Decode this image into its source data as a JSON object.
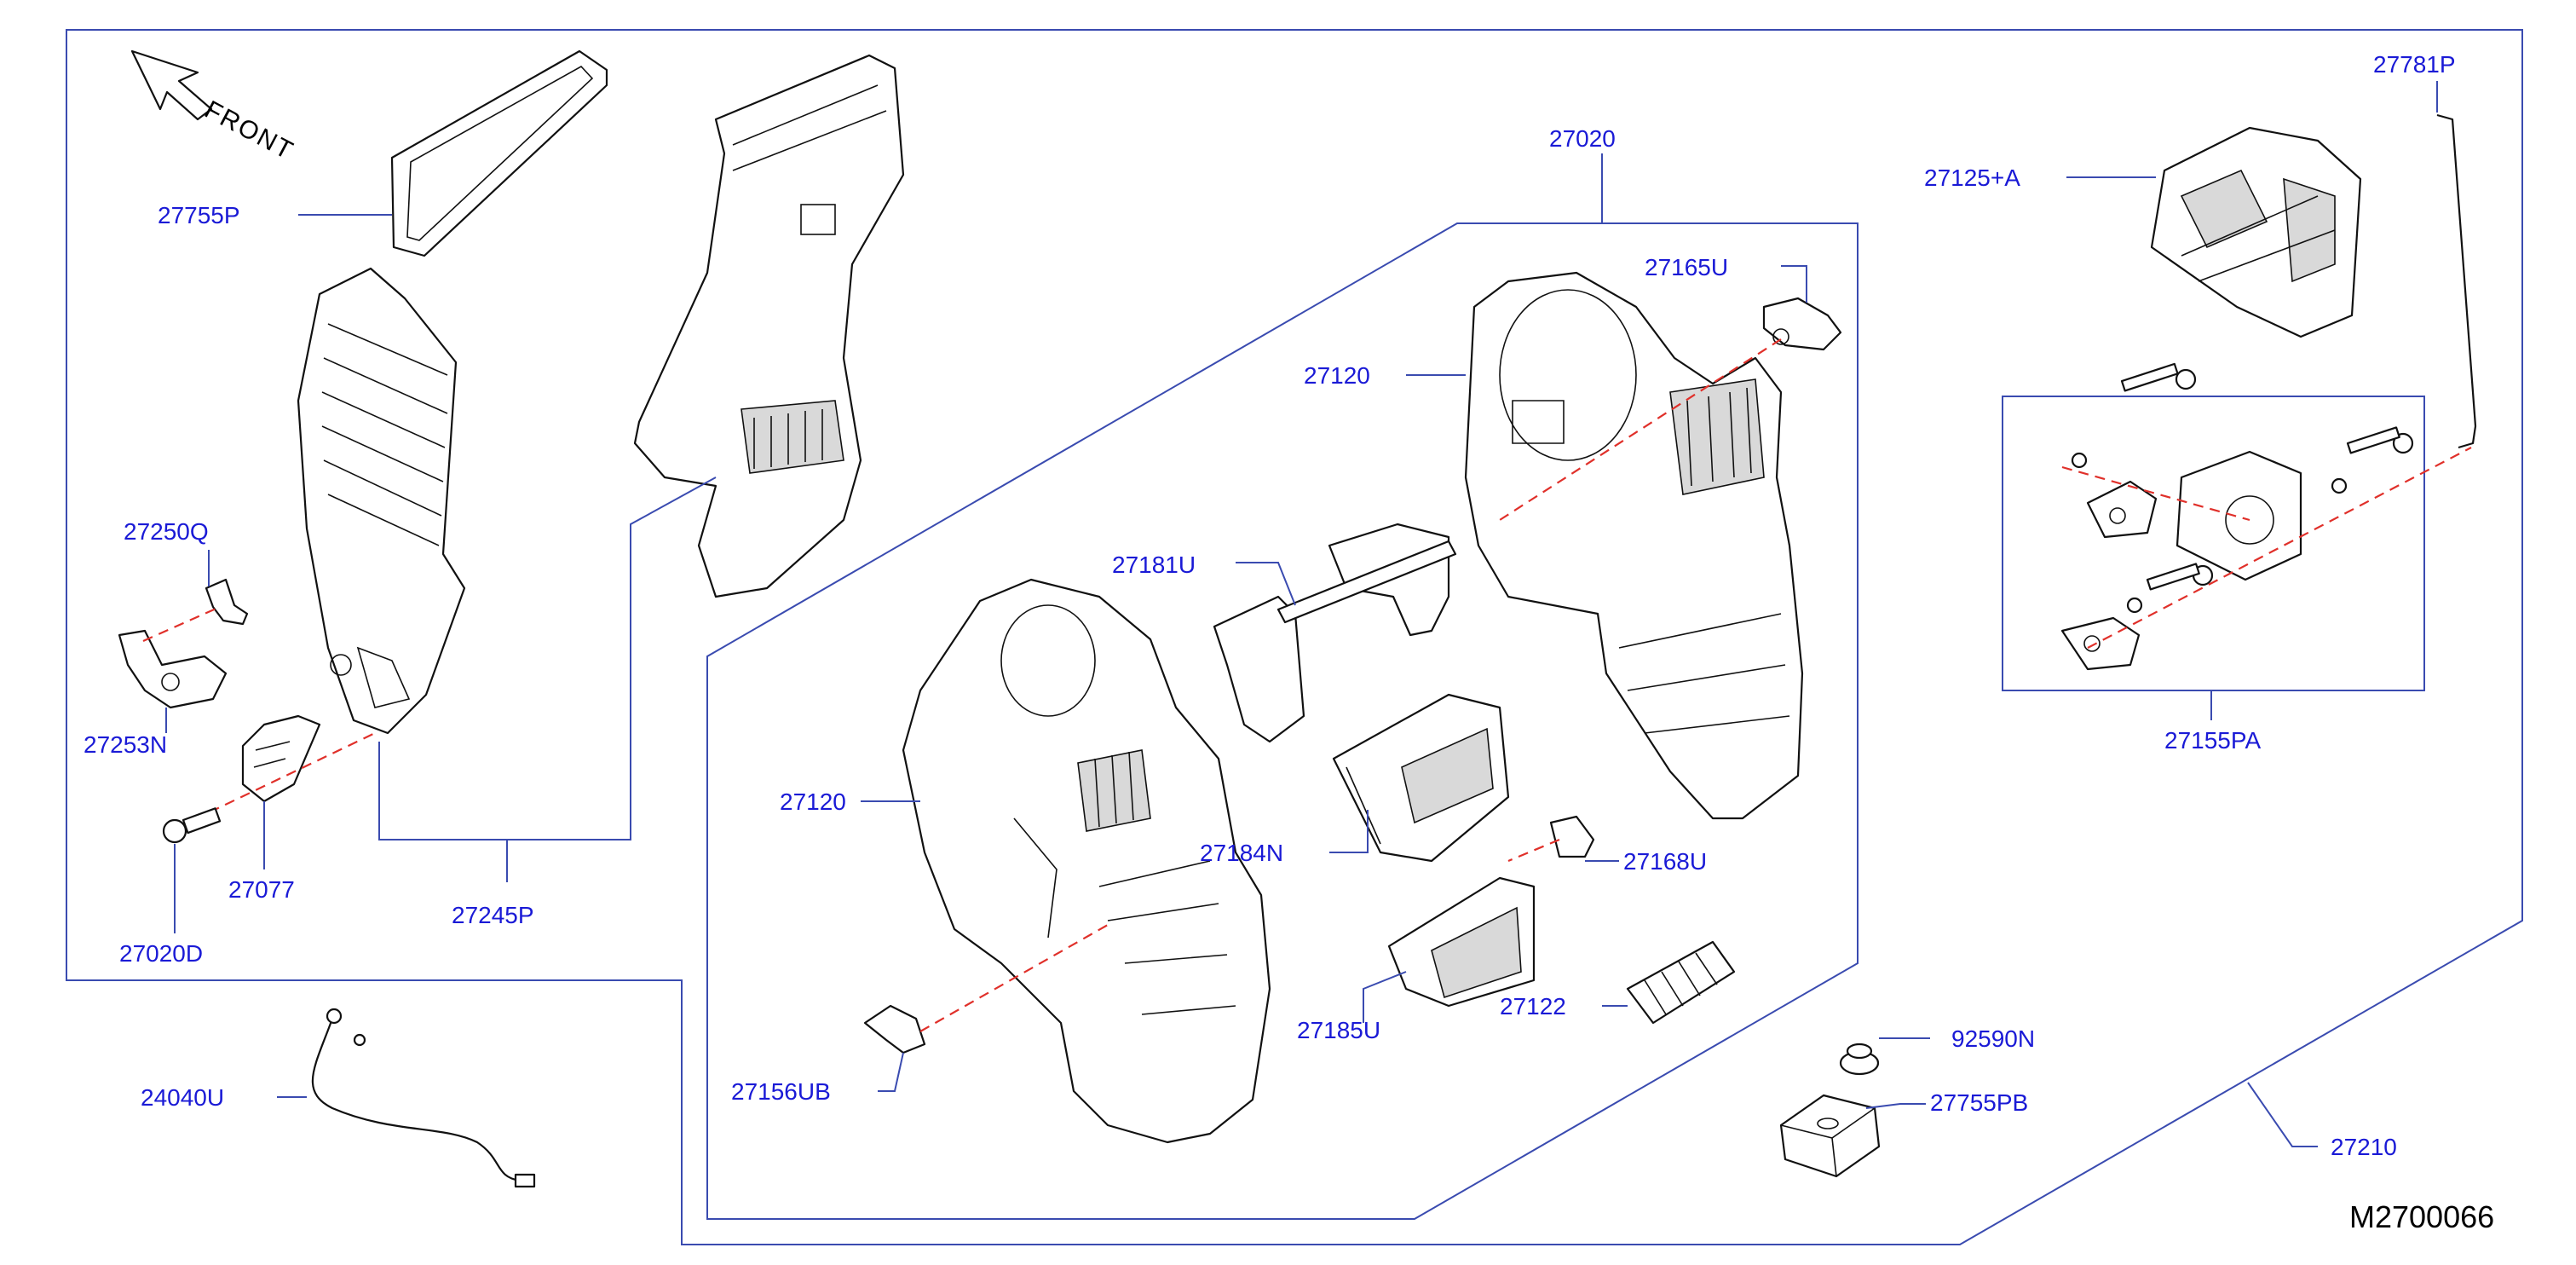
{
  "diagram_code": "M2700066",
  "front_indicator": "FRONT",
  "colors": {
    "label": "#1a1ad6",
    "frame": "#3a4bb0",
    "dashed_guide": "#e0302a",
    "line_art": "#111111"
  },
  "parts": {
    "p27755P": "27755P",
    "p27250Q": "27250Q",
    "p27253N": "27253N",
    "p27077": "27077",
    "p27020D": "27020D",
    "p27245P": "27245P",
    "p24040U": "24040U",
    "p27020": "27020",
    "p27165U": "27165U",
    "p27120_top": "27120",
    "p27181U": "27181U",
    "p27120_left": "27120",
    "p27184N": "27184N",
    "p27168U": "27168U",
    "p27185U": "27185U",
    "p27122": "27122",
    "p27156UB": "27156UB",
    "p27781P": "27781P",
    "p27125A": "27125+A",
    "p27155PA": "27155PA",
    "p92590N": "92590N",
    "p27755PB": "27755PB",
    "p27210": "27210"
  }
}
